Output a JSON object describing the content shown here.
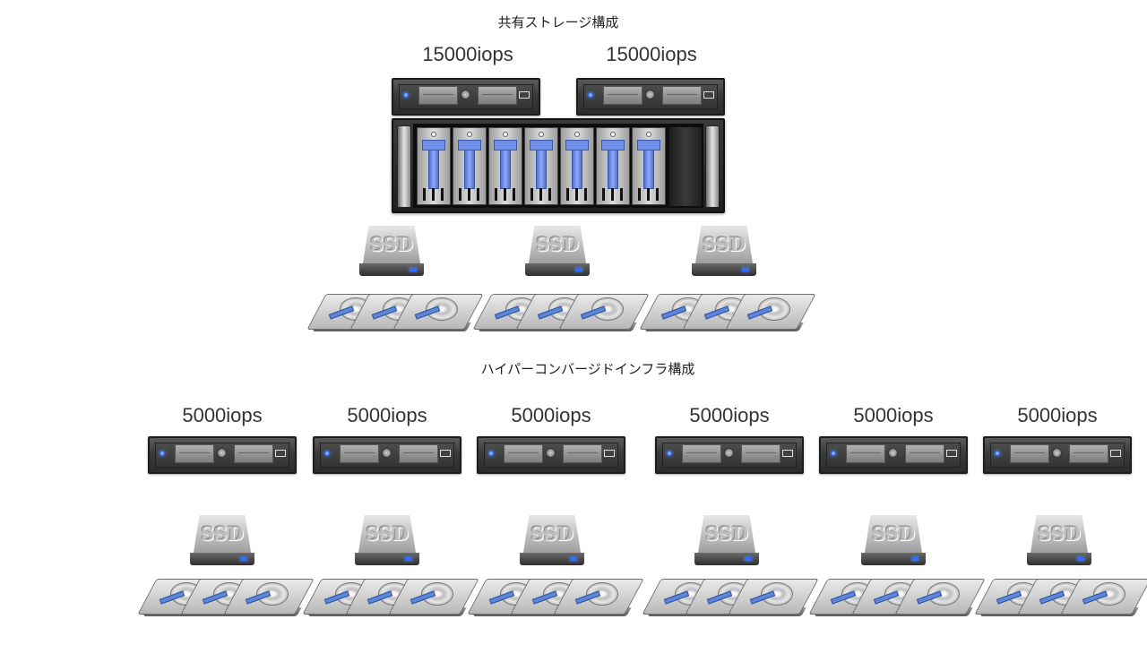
{
  "shared_storage": {
    "title": "共有ストレージ構成",
    "controllers": [
      {
        "iops": "15000iops"
      },
      {
        "iops": "15000iops"
      }
    ],
    "tray_count": 7,
    "disk_groups": 3
  },
  "hci": {
    "title": "ハイパーコンバージドインフラ構成",
    "nodes": [
      {
        "iops": "5000iops"
      },
      {
        "iops": "5000iops"
      },
      {
        "iops": "5000iops"
      },
      {
        "iops": "5000iops"
      },
      {
        "iops": "5000iops"
      },
      {
        "iops": "5000iops"
      }
    ]
  },
  "ssd_label": "SSD",
  "icons": {
    "server": "rack-server-icon",
    "storage": "storage-array-icon",
    "ssd": "ssd-icon",
    "hdd": "hard-disk-icon"
  }
}
